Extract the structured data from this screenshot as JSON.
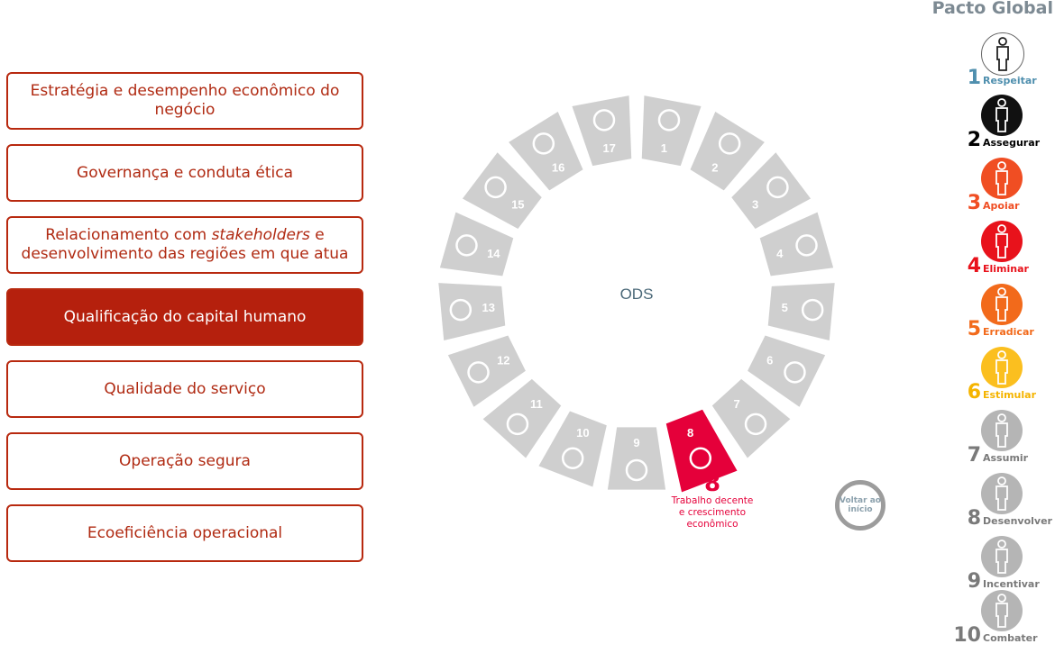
{
  "themes": [
    {
      "label": "Estratégia e desempenho econômico do negócio",
      "active": false
    },
    {
      "label": "Governança e conduta ética",
      "active": false
    },
    {
      "label": "Relacionamento com stakeholders e desenvolvimento das regiões em que atua",
      "active": false
    },
    {
      "label": "Qualificação do capital humano",
      "active": true
    },
    {
      "label": "Qualidade do serviço",
      "active": false
    },
    {
      "label": "Operação segura",
      "active": false
    },
    {
      "label": "Ecoeficiência operacional",
      "active": false
    }
  ],
  "theme3_parts": {
    "a": "Relacionamento com ",
    "b": "stakeholders",
    "c": " e desenvolvimento das regiões em que atua"
  },
  "ods": {
    "center_label": "ODS",
    "selected": 8,
    "selected_number": "8",
    "selected_title": "Trabalho decente e crescimento econômico",
    "segments": [
      "1",
      "2",
      "3",
      "4",
      "5",
      "6",
      "7",
      "8",
      "9",
      "10",
      "11",
      "12",
      "13",
      "14",
      "15",
      "16",
      "17"
    ],
    "gray_color": "#cfcfcf",
    "selected_color": "#e5003a"
  },
  "back_button": "Voltar ao início",
  "pacto": {
    "title": "Pacto Global",
    "items": [
      {
        "num": "1",
        "label": "Respeitar",
        "color": "#ffffff",
        "text": "#4f8fae",
        "icon": "person-plus-icon"
      },
      {
        "num": "2",
        "label": "Assegurar",
        "color": "#111111",
        "text": "#000000",
        "icon": "person-brackets-icon"
      },
      {
        "num": "3",
        "label": "Apoiar",
        "color": "#f04e23",
        "text": "#f04e23",
        "icon": "group-icon"
      },
      {
        "num": "4",
        "label": "Eliminar",
        "color": "#e8121b",
        "text": "#e8121b",
        "icon": "person-chain-icon"
      },
      {
        "num": "5",
        "label": "Erradicar",
        "color": "#f26a1b",
        "text": "#f26a1b",
        "icon": "child-icon"
      },
      {
        "num": "6",
        "label": "Estimular",
        "color": "#fbbf1f",
        "text": "#f5b400",
        "icon": "person-plus-icon"
      },
      {
        "num": "7",
        "label": "Assumir",
        "color": "#b5b5b5",
        "text": "#7a7a7a",
        "icon": "money-tree-icon"
      },
      {
        "num": "8",
        "label": "Desenvolver",
        "color": "#b5b5b5",
        "text": "#7a7a7a",
        "icon": "group-icon"
      },
      {
        "num": "9",
        "label": "Incentivar",
        "color": "#b5b5b5",
        "text": "#7a7a7a",
        "icon": "gears-icon"
      },
      {
        "num": "10",
        "label": "Combater",
        "color": "#b5b5b5",
        "text": "#7a7a7a",
        "icon": "person-icon"
      }
    ]
  }
}
